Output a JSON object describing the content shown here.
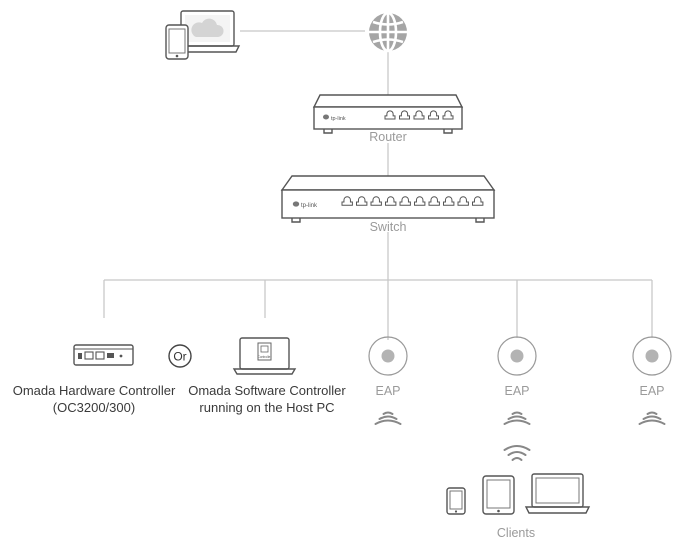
{
  "brand": {
    "logo_text": "tp-link"
  },
  "nodes": {
    "router": {
      "label": "Router"
    },
    "switch": {
      "label": "Switch"
    },
    "hardware_controller": {
      "label_line1": "Omada Hardware Controller",
      "label_line2": "(OC3200/300)"
    },
    "or_badge": {
      "text": "Or"
    },
    "software_controller": {
      "label_line1": "Omada Software Controller",
      "label_line2": "running on the Host PC",
      "screen_text": "Controller"
    },
    "eaps": [
      {
        "label": "EAP"
      },
      {
        "label": "EAP"
      },
      {
        "label": "EAP"
      }
    ],
    "clients": {
      "label": "Clients"
    }
  },
  "icons": [
    "cloud-laptop-phone-icon",
    "globe-icon",
    "router-icon",
    "switch-icon",
    "hardware-controller-icon",
    "laptop-icon",
    "eap-icon",
    "wifi-icon",
    "phone-icon",
    "tablet-icon"
  ]
}
